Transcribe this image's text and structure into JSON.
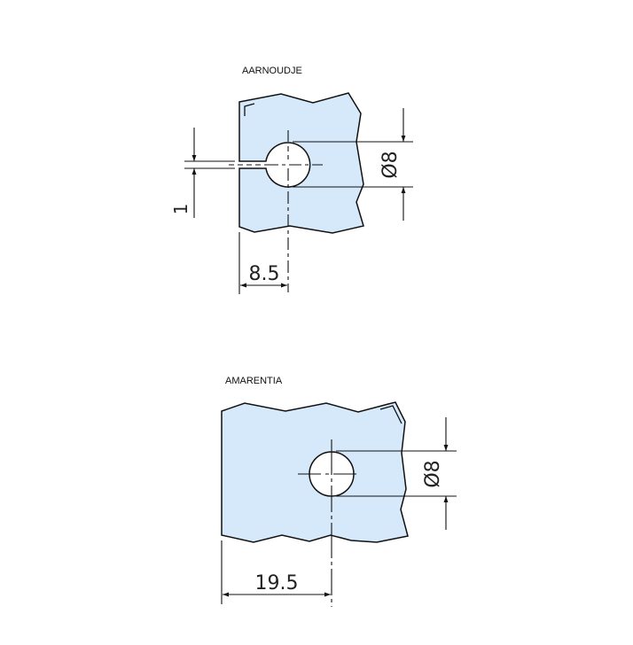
{
  "colors": {
    "panel_fill": "#d6e9fa",
    "line": "#111111",
    "background": "#ffffff"
  },
  "diagrams": [
    {
      "title": "AARNOUDJE",
      "hole_diameter_label": "Ø8",
      "edge_distance_label": "8.5",
      "slot_width_label": "1"
    },
    {
      "title": "AMARENTIA",
      "hole_diameter_label": "Ø8",
      "edge_distance_label": "19.5"
    }
  ]
}
